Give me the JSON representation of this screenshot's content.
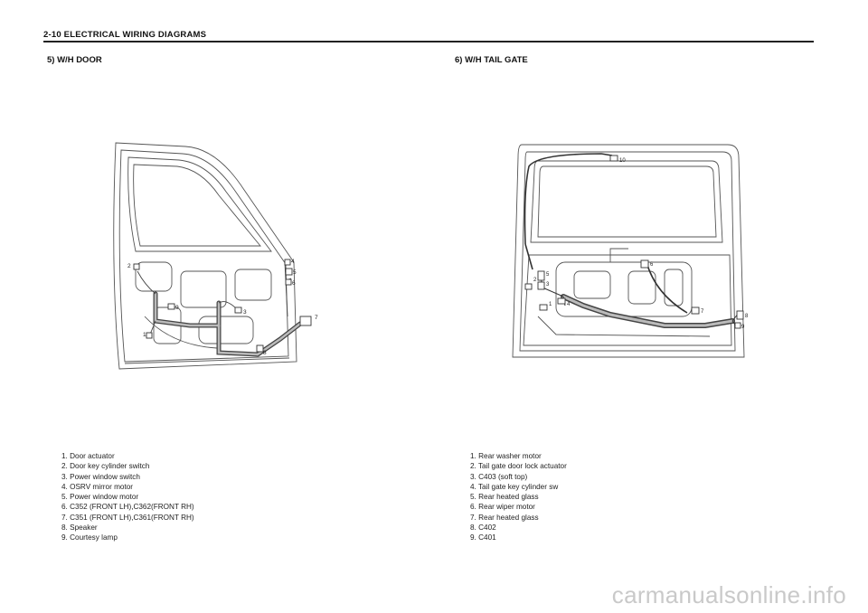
{
  "header": {
    "title": "2-10  ELECTRICAL WIRING DIAGRAMS"
  },
  "door_section": {
    "title": "5)  W/H DOOR",
    "callouts": [
      "1",
      "2",
      "3",
      "4",
      "5",
      "6",
      "7",
      "8",
      "9"
    ],
    "legend": [
      "1.  Door  actuator",
      "2.  Door  key  cylinder  switch",
      "3.  Power  window  switch",
      "4.  OSRV  mirror  motor",
      "5.  Power  window  motor",
      "6.  C352  (FRONT  LH),C362(FRONT  RH)",
      "7.  C351  (FRONT  LH),C361(FRONT  RH)",
      "8.  Speaker",
      "9.  Courtesy  lamp"
    ]
  },
  "tailgate_section": {
    "title": "6)  W/H TAIL GATE",
    "callouts": [
      "1",
      "2",
      "3",
      "4",
      "5",
      "6",
      "7",
      "8",
      "9",
      "10"
    ],
    "legend": [
      "1.  Rear  washer  motor",
      "2.  Tail  gate  door  lock  actuator",
      "3.  C403  (soft  top)",
      "4.  Tail  gate  key  cylinder  sw",
      "5.  Rear  heated  glass",
      "6.  Rear  wiper  motor",
      "7.  Rear  heated  glass",
      "8.  C402",
      "9.  C401"
    ]
  },
  "watermark": "carmanualsonline.info"
}
